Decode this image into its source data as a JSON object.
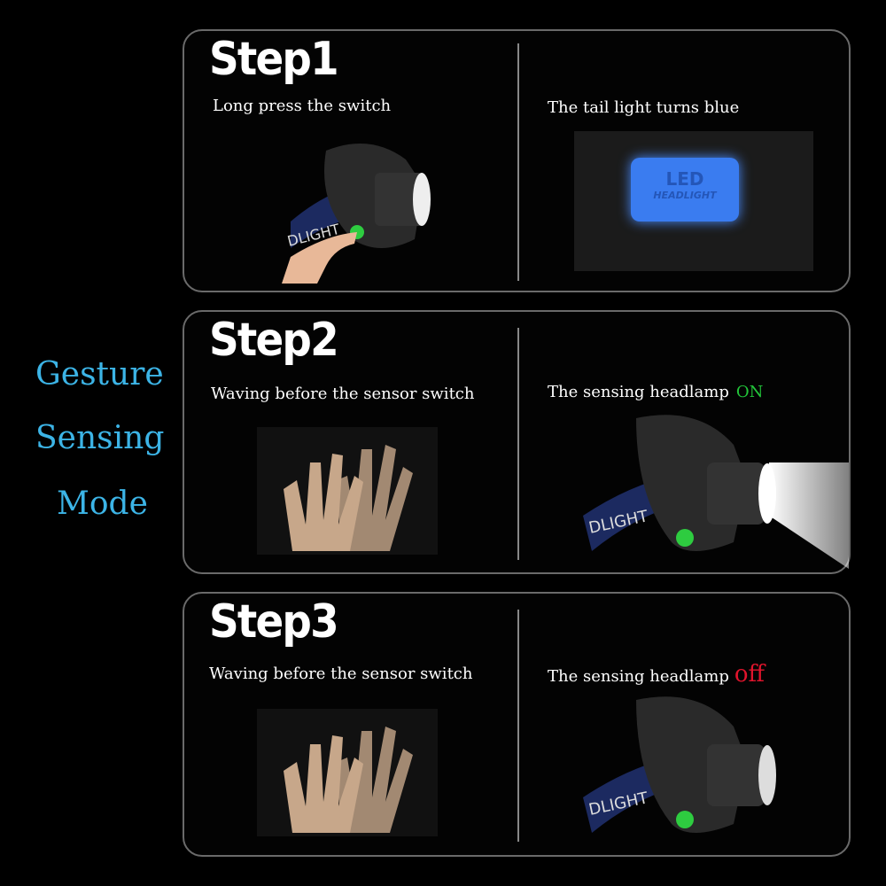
{
  "mode_title": {
    "line1": "Gesture",
    "line2": "Sensing",
    "line3": "Mode"
  },
  "steps": [
    {
      "title": "Step1",
      "left_caption": "Long press the switch",
      "right_caption": "The tail light turns blue",
      "led_label": "LED",
      "led_sub": "HEADLIGHT"
    },
    {
      "title": "Step2",
      "left_caption": "Waving before the sensor switch",
      "right_caption": "The sensing headlamp",
      "state": "ON"
    },
    {
      "title": "Step3",
      "left_caption": "Waving before the sensor switch",
      "right_caption": "The sensing headlamp",
      "state": "off"
    }
  ],
  "strap_text": "DLIGHT",
  "colors": {
    "mode": "#3cb4e6",
    "on": "#22c63a",
    "off": "#e0142c",
    "led": "#3a7cf0"
  }
}
